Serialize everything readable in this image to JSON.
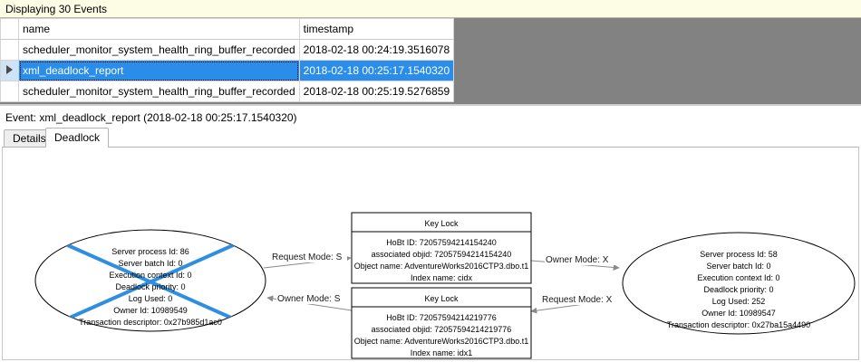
{
  "status_bar": {
    "text": "Displaying 30 Events"
  },
  "grid": {
    "columns": [
      "name",
      "timestamp"
    ],
    "rows": [
      {
        "selected": false,
        "name": "scheduler_monitor_system_health_ring_buffer_recorded",
        "timestamp": "2018-02-18 00:24:19.3516078"
      },
      {
        "selected": true,
        "name": "xml_deadlock_report",
        "timestamp": "2018-02-18 00:25:17.1540320"
      },
      {
        "selected": false,
        "name": "scheduler_monitor_system_health_ring_buffer_recorded",
        "timestamp": "2018-02-18 00:25:19.5276859"
      }
    ]
  },
  "event_header": {
    "text": "Event: xml_deadlock_report (2018-02-18 00:25:17.1540320)"
  },
  "tabs": [
    {
      "label": "Details",
      "active": false
    },
    {
      "label": "Deadlock",
      "active": true
    }
  ],
  "deadlock": {
    "victim_marker_color": "#2f8ee0",
    "processes": [
      {
        "role": "victim",
        "is_victim": true,
        "lines": [
          "Server process Id: 86",
          "Server batch Id: 0",
          "Execution context Id: 0",
          "Deadlock priority: 0",
          "Log Used: 0",
          "Owner Id: 10989549",
          "Transaction descriptor: 0x27b985d1ac0"
        ]
      },
      {
        "role": "survivor",
        "is_victim": false,
        "lines": [
          "Server process Id: 58",
          "Server batch Id: 0",
          "Execution context Id: 0",
          "Deadlock priority: 0",
          "Log Used: 252",
          "Owner Id: 10989547",
          "Transaction descriptor: 0x27ba15a4490"
        ]
      }
    ],
    "resources": [
      {
        "title": "Key Lock",
        "lines": [
          "HoBt ID: 72057594214154240",
          "associated objid: 72057594214154240",
          "Object name: AdventureWorks2016CTP3.dbo.t1",
          "Index name: cidx"
        ]
      },
      {
        "title": "Key Lock",
        "lines": [
          "HoBt ID: 72057594214219776",
          "associated objid: 72057594214219776",
          "Object name: AdventureWorks2016CTP3.dbo.t1",
          "Index name: idx1"
        ]
      }
    ],
    "edges": [
      {
        "label": "Request Mode: S",
        "from": "process-victim",
        "to": "resource-top"
      },
      {
        "label": "Owner Mode: X",
        "from": "resource-top",
        "to": "process-survivor"
      },
      {
        "label": "Owner Mode: S",
        "from": "resource-bottom",
        "to": "process-victim"
      },
      {
        "label": "Request Mode: X",
        "from": "process-survivor",
        "to": "resource-bottom"
      }
    ]
  }
}
